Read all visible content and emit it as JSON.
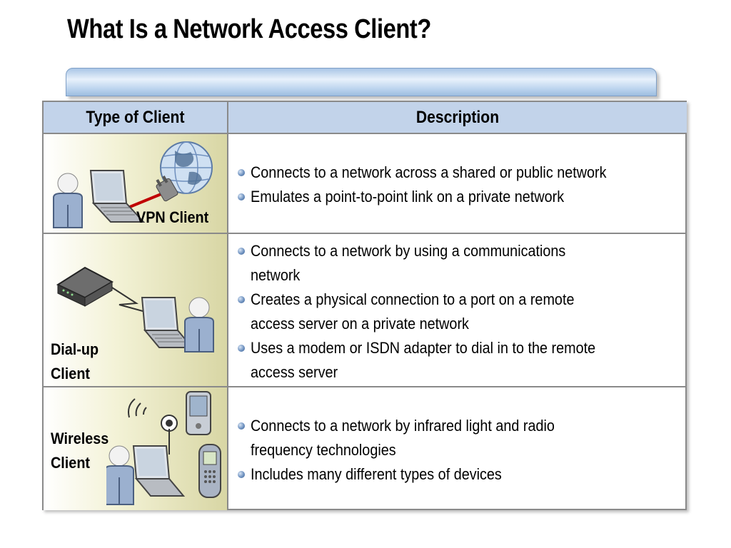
{
  "title": "What Is a Network Access Client?",
  "table": {
    "headers": {
      "type": "Type of Client",
      "description": "Description"
    },
    "rows": [
      {
        "type_label": "VPN Client",
        "bullets": [
          "Connects to a network across a shared or public network",
          "Emulates a point-to-point link on a private network"
        ]
      },
      {
        "type_label_line1": "Dial-up",
        "type_label_line2": "Client",
        "bullets": [
          "Connects to a network by using a communications",
          "network",
          "Creates a physical connection to a port on a remote",
          "access server on a private network",
          "Uses a modem or ISDN adapter to dial in to the remote",
          "access server"
        ]
      },
      {
        "type_label_line1": "Wireless",
        "type_label_line2": "Client",
        "bullets": [
          "Connects to a network by infrared light and radio",
          "frequency technologies",
          "Includes many different types of devices"
        ]
      }
    ]
  }
}
